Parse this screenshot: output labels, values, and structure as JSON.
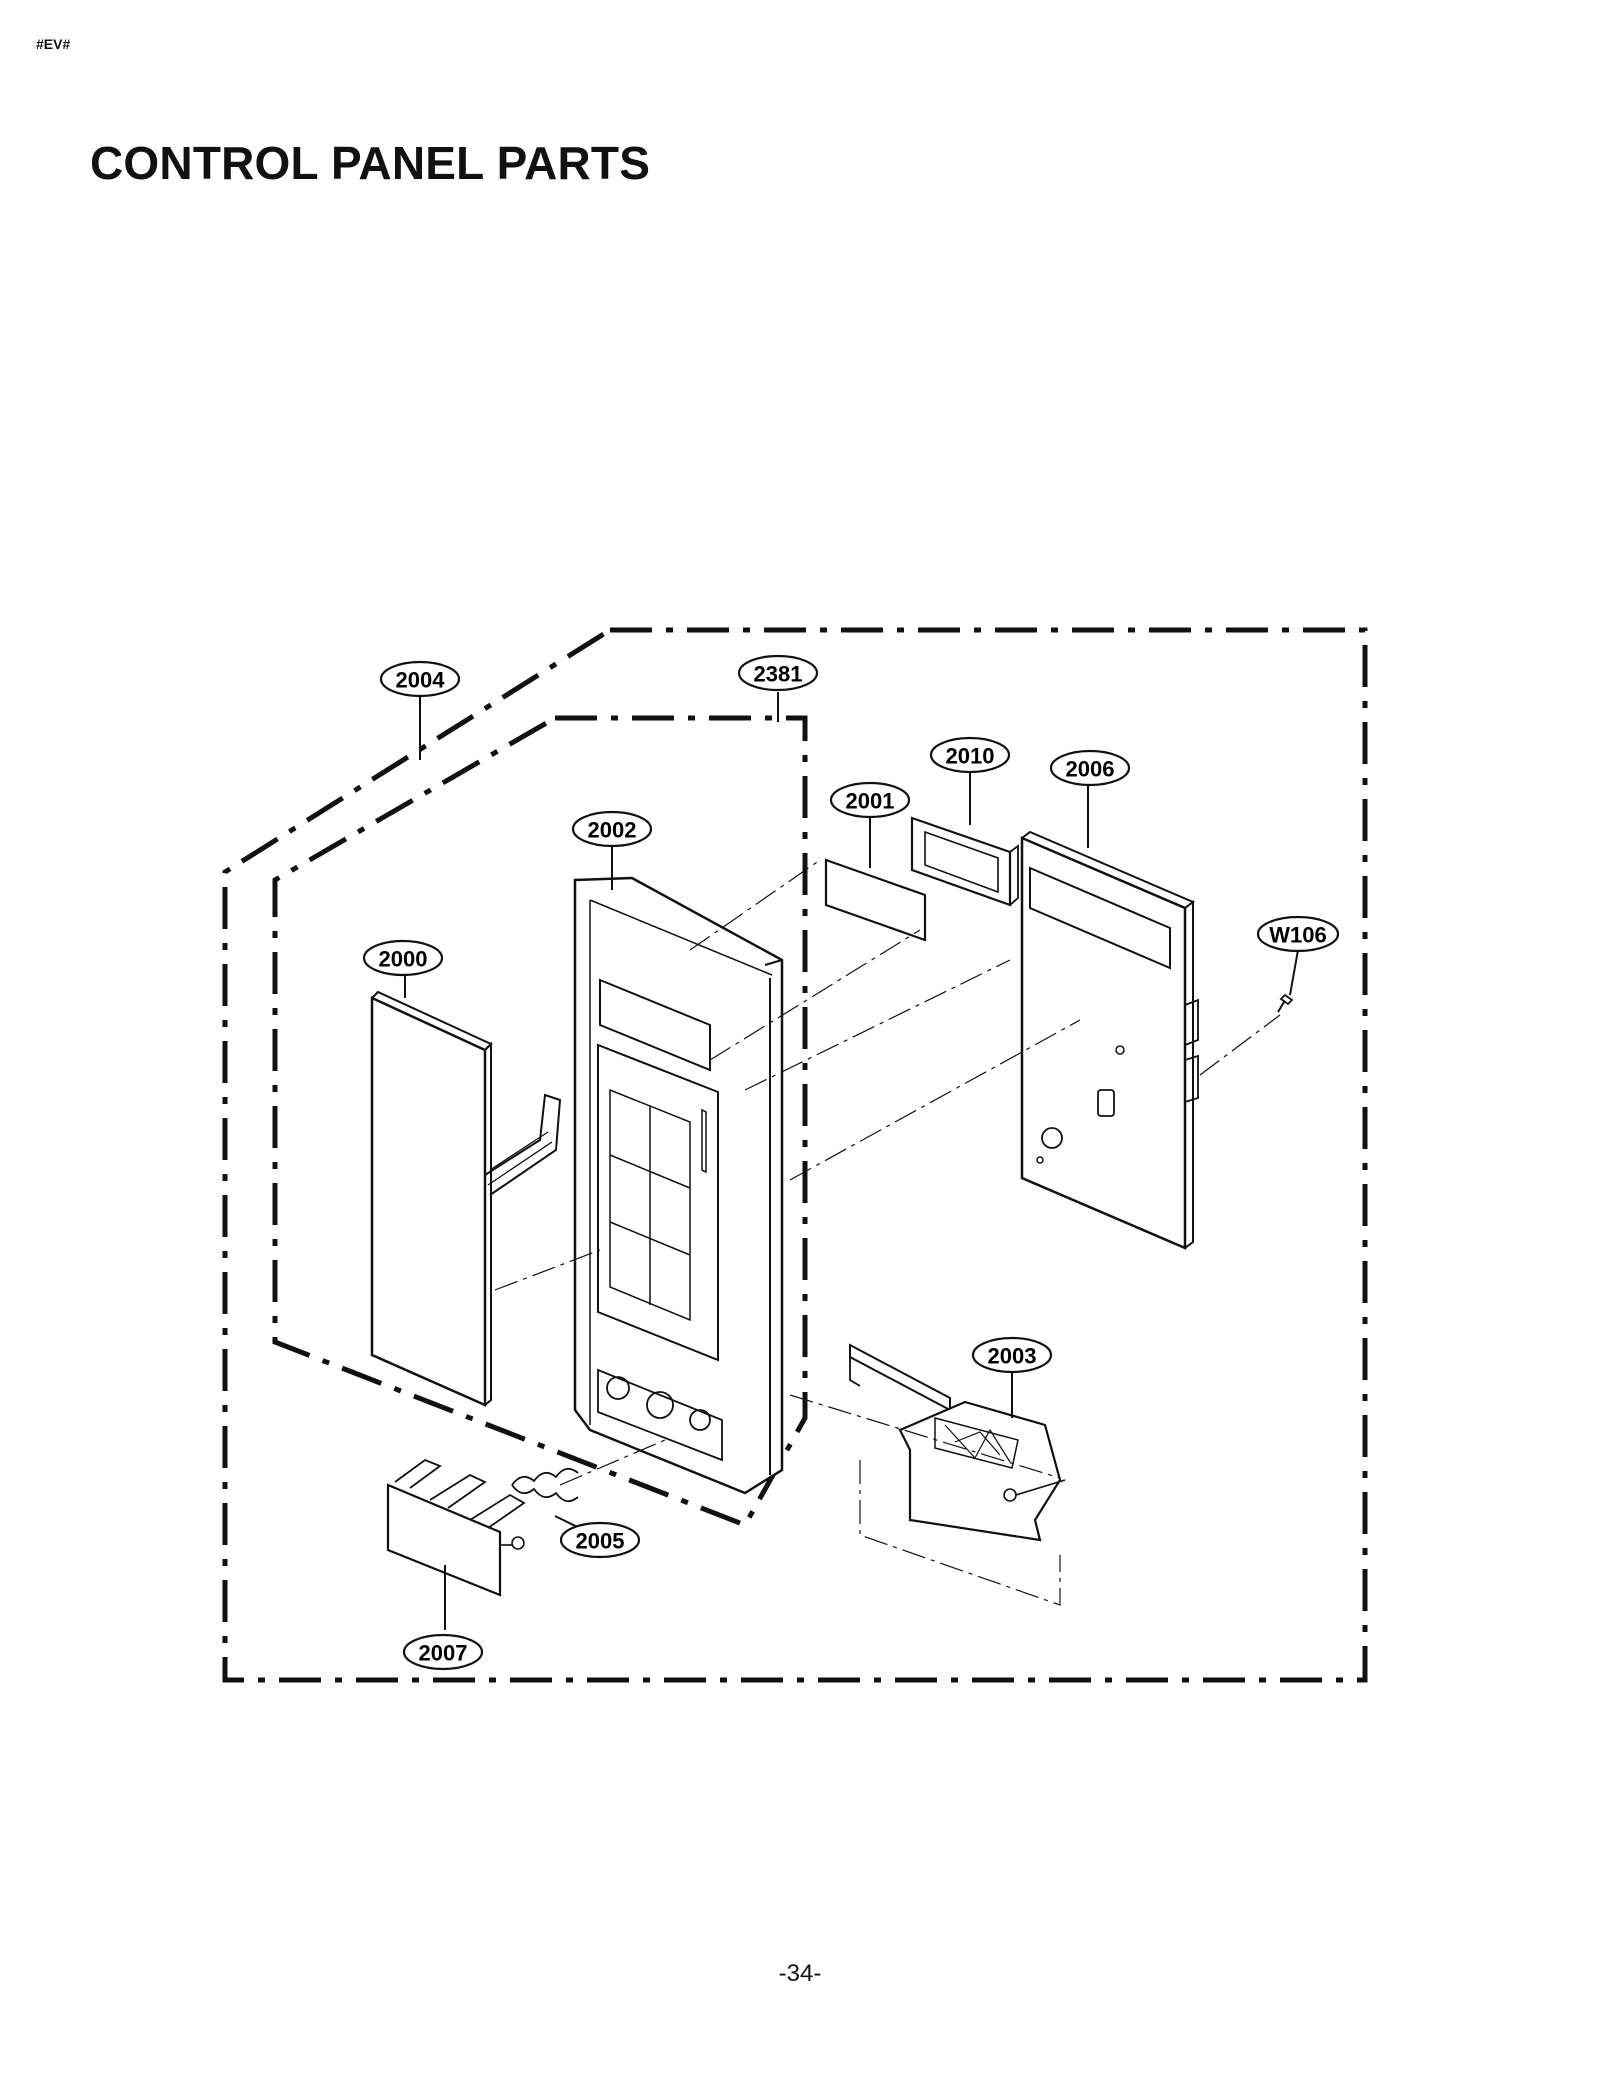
{
  "header": {
    "tag": "#EV#",
    "title": "CONTROL PANEL PARTS"
  },
  "callouts": [
    {
      "id": "2004",
      "label": "2004"
    },
    {
      "id": "2381",
      "label": "2381"
    },
    {
      "id": "2010",
      "label": "2010"
    },
    {
      "id": "2006",
      "label": "2006"
    },
    {
      "id": "2001",
      "label": "2001"
    },
    {
      "id": "2002",
      "label": "2002"
    },
    {
      "id": "2000",
      "label": "2000"
    },
    {
      "id": "w106",
      "label": "W106"
    },
    {
      "id": "2003",
      "label": "2003"
    },
    {
      "id": "2005",
      "label": "2005"
    },
    {
      "id": "2007",
      "label": "2007"
    }
  ],
  "footer": {
    "page_number": "-34-"
  }
}
